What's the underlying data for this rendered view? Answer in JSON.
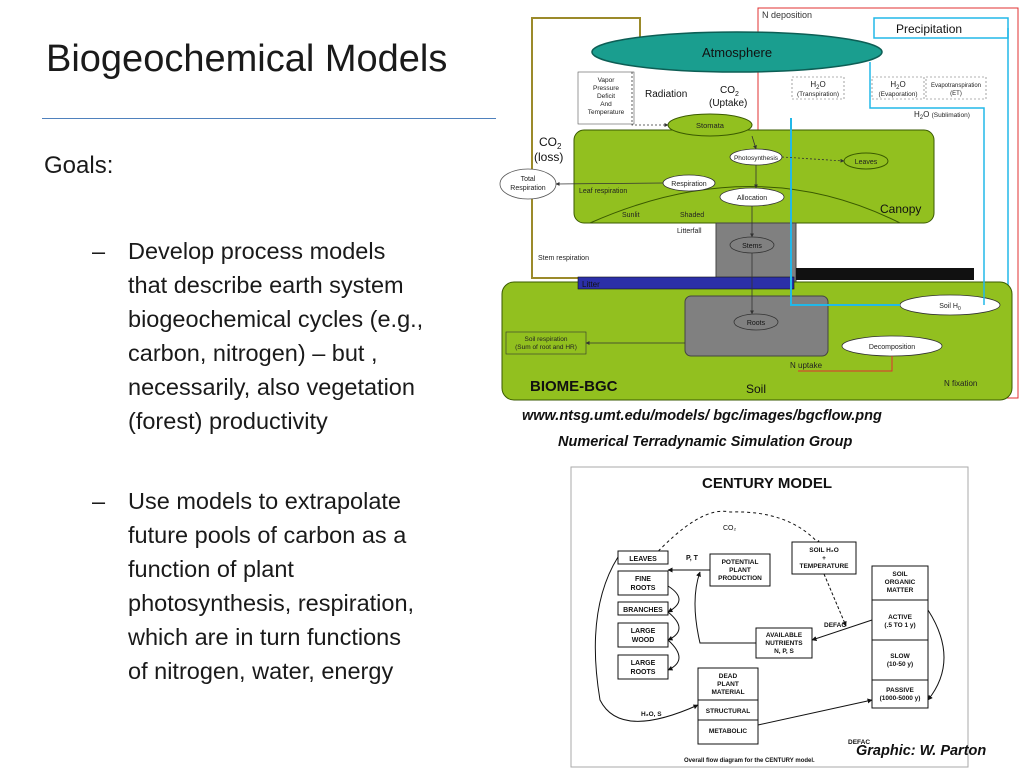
{
  "slide": {
    "title": "Biogeochemical Models",
    "goals_label": "Goals:",
    "bullets": [
      "Develop process models\nthat describe earth system\nbiogeochemical cycles (e.g.,\ncarbon, nitrogen) – but ,\nnecessarily, also vegetation\n(forest) productivity",
      "Use models to extrapolate\nfuture pools of carbon as a\nfunction of plant\nphotosynthesis, respiration,\nwhich are in turn functions\nof  nitrogen, water, energy"
    ],
    "bullet_marker": "–",
    "source_url": "www.ntsg.umt.edu/models/ bgc/images/bgcflow.png",
    "source_group": "Numerical Terradynamic Simulation Group",
    "credit": "Graphic: W. Parton"
  },
  "biome_bgc": {
    "title": "BIOME-BGC",
    "n_deposition": "N deposition",
    "precipitation": "Precipitation",
    "atmosphere": "Atmosphere",
    "vpd": "Vapor\nPressure\nDeficit\nAnd\nTemperature",
    "radiation": "Radiation",
    "co2": "CO",
    "co2_sub": "2",
    "uptake": "(Uptake)",
    "h2o_a": "H",
    "h2o_b": "O",
    "h2o_sub": "2",
    "transpiration": "(Transpiration)",
    "evaporation": "(Evaporation)",
    "et": "Evapotranspiration\n(ET)",
    "sublimation": "(Sublimation)",
    "co2_loss": "(loss)",
    "total_resp": "Total\nRespiration",
    "stomata": "Stomata",
    "photosynthesis": "Photosynthesis",
    "leaves": "Leaves",
    "respiration": "Respiration",
    "leaf_resp": "Leaf respiration",
    "allocation": "Allocation",
    "sunlit": "Sunlit",
    "shaded": "Shaded",
    "canopy": "Canopy",
    "litterfall": "Litterfall",
    "stems": "Stems",
    "stem_resp": "Stem respiration",
    "litter": "Litter",
    "roots": "Roots",
    "soil_h2o_a": "Soil H",
    "soil_h2o_b": "0",
    "soil_resp": "Soil respiration\n(Sum of root and HR)",
    "decomposition": "Decomposition",
    "n_uptake": "N uptake",
    "n_fixation": "N fixation",
    "soil": "Soil"
  },
  "century": {
    "title": "CENTURY MODEL",
    "co2": "CO₂",
    "leaves": "LEAVES",
    "fine_roots": "FINE\nROOTS",
    "branches": "BRANCHES",
    "large_wood": "LARGE\nWOOD",
    "large_roots": "LARGE\nROOTS",
    "pt": "P, T",
    "potential": "POTENTIAL\nPLANT\nPRODUCTION",
    "soil_h2o": "SOIL H₂O\n+\nTEMPERATURE",
    "som": "SOIL\nORGANIC\nMATTER",
    "active": "ACTIVE\n(.5 TO 1 y)",
    "slow": "SLOW\n(10-50 y)",
    "passive": "PASSIVE\n(1000-5000 y)",
    "defac": "DEFAC",
    "nutrients": "AVAILABLE\nNUTRIENTS\nN, P, S",
    "dead": "DEAD\nPLANT\nMATERIAL",
    "structural": "STRUCTURAL",
    "metabolic": "METABOLIC",
    "h2os": "H₂O, S",
    "caption": "Overall flow diagram for the CENTURY model."
  },
  "colors": {
    "green": "#92c01f",
    "atmosphere": "#1a9e8f",
    "grey": "#808080",
    "litter_blue": "#2b2fa8",
    "water_blue": "#22b8e8",
    "olive": "#9b8a2a",
    "red": "#e03030",
    "rule": "#4f81bd"
  }
}
